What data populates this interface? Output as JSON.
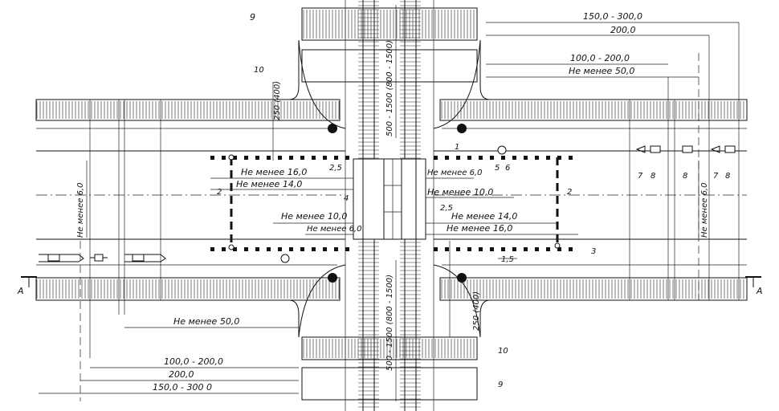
{
  "figure": {
    "title_number": "9",
    "callouts": [
      "1",
      "2",
      "3",
      "4",
      "5",
      "6",
      "7",
      "8",
      "10"
    ],
    "section_mark": "A",
    "callout_10_bottom": "10",
    "callout_9_bottom": "9"
  },
  "dimensions": {
    "top_right_1": "150,0 - 300,0",
    "top_right_2": "200,0",
    "top_right_3": "100,0 - 200,0",
    "top_right_4": "Не менее 50,0",
    "bottom_left_1": "Не менее 50,0",
    "bottom_left_2": "100,0 - 200,0",
    "bottom_left_3": "200,0",
    "bottom_left_4": "150,0 - 300 0",
    "left_16": "Не менее 16,0",
    "left_14": "Не менее 14,0",
    "left_10": "Не менее 10,0",
    "left_6": "Не менее 6,0",
    "right_6": "Не менее 6,0",
    "right_10": "Не менее 10,0",
    "right_14": "Не менее 14,0",
    "right_16": "Не менее 16,0",
    "road_width_left": "Не менее 6,0",
    "road_width_right": "Не менее 6,0",
    "offset_25_top": "2,5",
    "offset_25_bottom": "2,5",
    "offset_15": "1,5",
    "upper_vertical_250": "250 (400)",
    "lower_vertical_250": "250 (400)",
    "upper_vertical_track": "500 - 1500 (800 - 1500)",
    "lower_vertical_track": "500 - 1500 (800 - 1500)"
  }
}
